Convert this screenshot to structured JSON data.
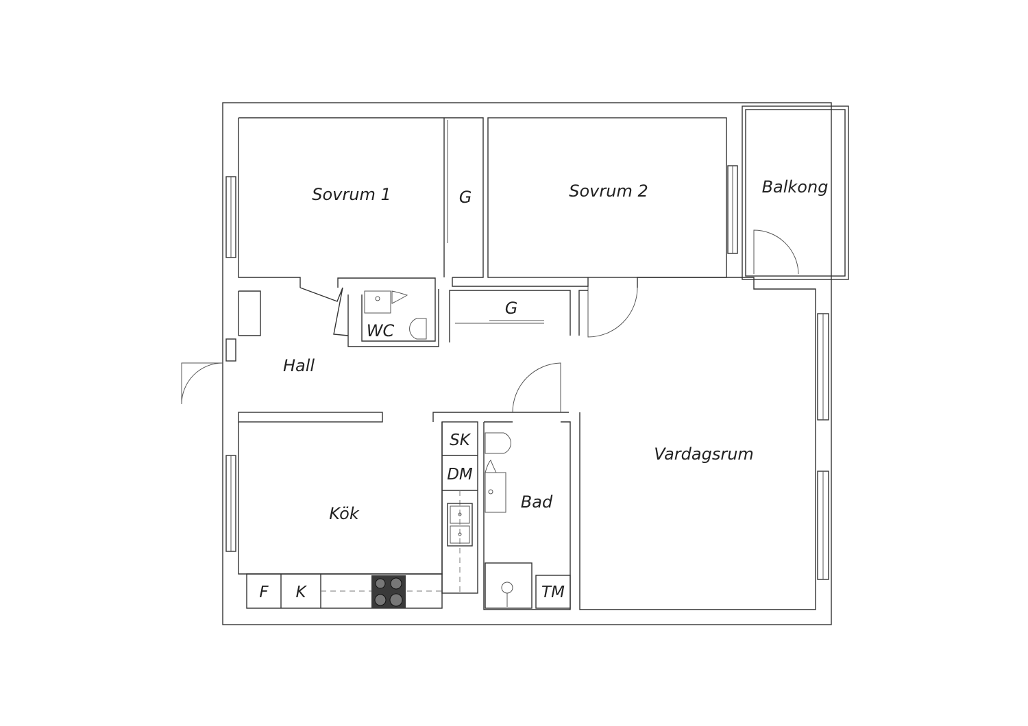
{
  "rooms": {
    "sovrum1": "Sovrum 1",
    "sovrum2": "Sovrum 2",
    "balkong": "Balkong",
    "wardrobe1": "G",
    "wardrobe2": "G",
    "wc": "WC",
    "hall": "Hall",
    "vardagsrum": "Vardagsrum",
    "kok": "Kök",
    "bad": "Bad"
  },
  "appliances": {
    "sk": "SK",
    "dm": "DM",
    "f": "F",
    "k": "K",
    "tm": "TM"
  },
  "colors": {
    "wall_stroke": "#333333",
    "stove": "#3a3a3a"
  }
}
